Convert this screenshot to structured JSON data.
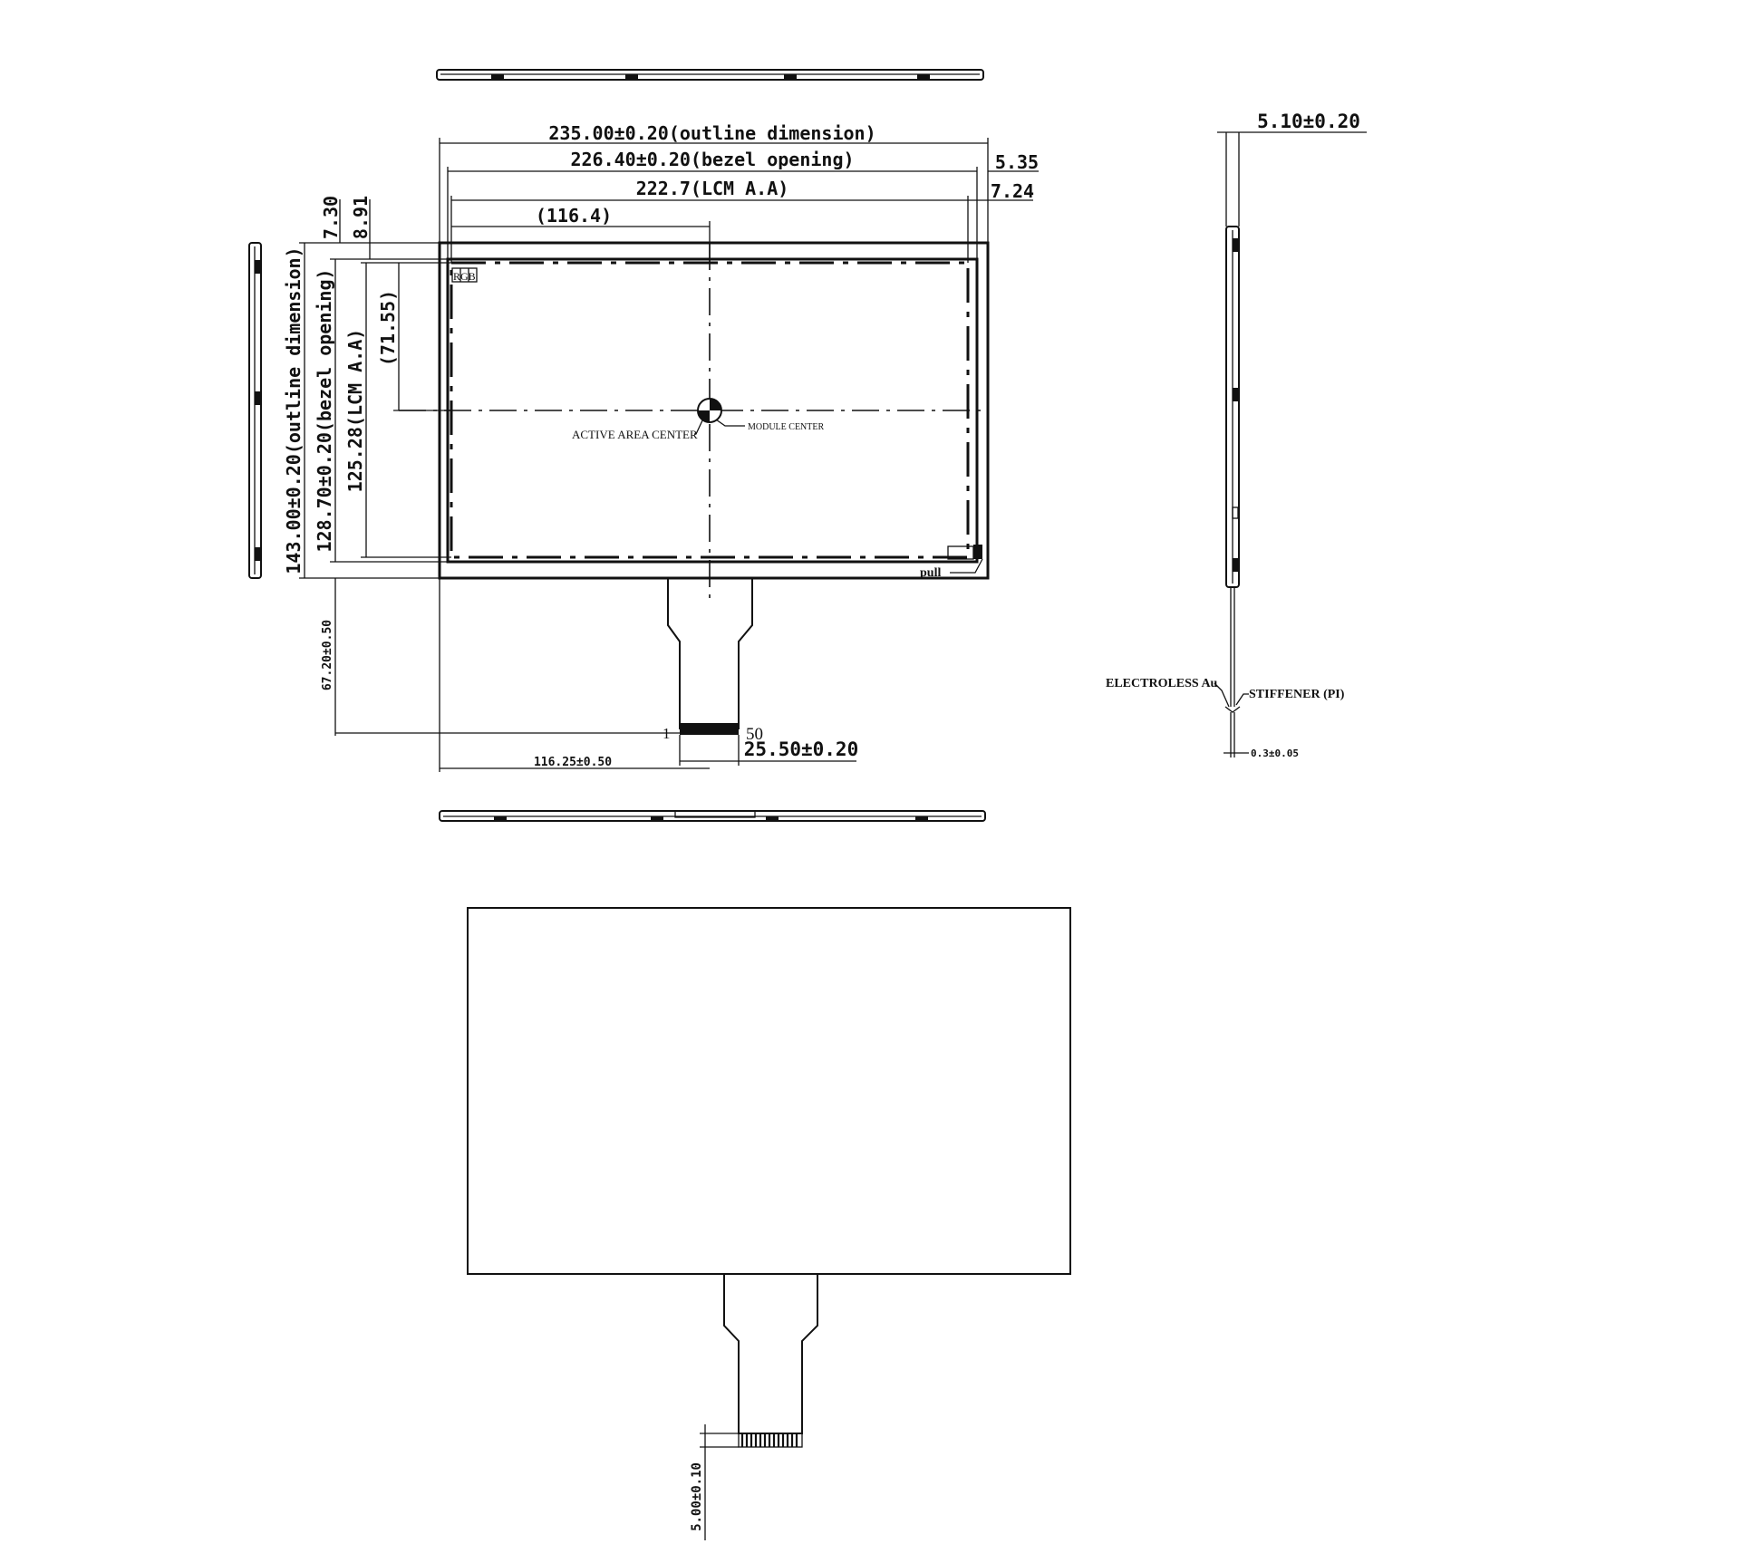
{
  "dimensions": {
    "outline_width": "235.00±0.20(outline dimension)",
    "bezel_width": "226.40±0.20(bezel opening)",
    "aa_width": "222.7(LCM A.A)",
    "aa_half_width": "(116.4)",
    "right_5_35": "5.35",
    "right_7_24": "7.24",
    "top_7_30": "7.30",
    "top_8_91": "8.91",
    "outline_height": "143.00±0.20(outline dimension)",
    "bezel_height": "128.70±0.20(bezel opening)",
    "aa_height": "125.28(LCM A.A)",
    "aa_half_height": "(71.55)",
    "fpc_length": "67.20±0.50",
    "fpc_offset": "116.25±0.50",
    "fpc_pitch_width": "25.50±0.20",
    "thickness": "5.10±0.20",
    "fpc_thickness": "0.3±0.05",
    "stiffener_length": "5.00±0.10"
  },
  "labels": {
    "rgb": "RGB",
    "active_area_center": "ACTIVE AREA CENTER",
    "module_center": "MODULE CENTER",
    "pull": "pull",
    "pin_first": "1",
    "pin_last": "50",
    "electroless": "ELECTROLESS Au",
    "stiffener": "STIFFENER (PI)"
  }
}
